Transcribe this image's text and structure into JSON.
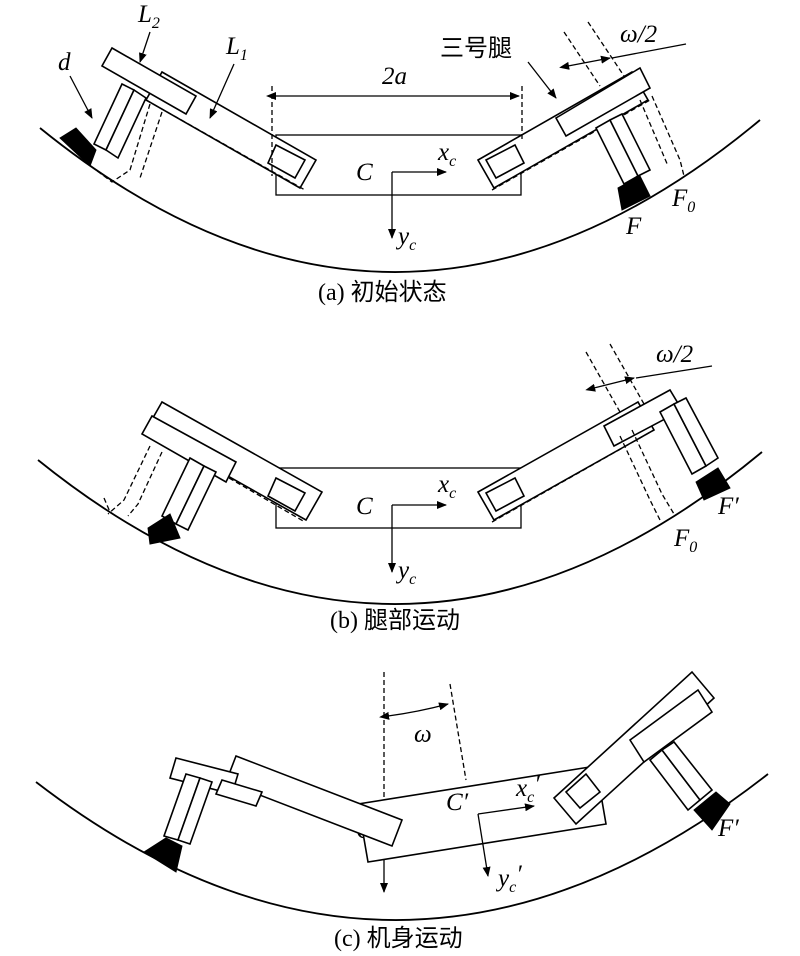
{
  "figure": {
    "panels": [
      {
        "caption": "(a) 初始状态",
        "labels": {
          "d": "d",
          "L2": "L",
          "L2_sub": "2",
          "L1": "L",
          "L1_sub": "1",
          "width": "2a",
          "leg3": "三号腿",
          "angle": "ω/2",
          "C": "C",
          "xc": "x",
          "xc_sub": "c",
          "yc": "y",
          "yc_sub": "c",
          "F": "F",
          "F0": "F",
          "F0_sub": "0"
        }
      },
      {
        "caption": "(b) 腿部运动",
        "labels": {
          "angle": "ω/2",
          "C": "C",
          "xc": "x",
          "xc_sub": "c",
          "yc": "y",
          "yc_sub": "c",
          "Fp": "F′",
          "F0": "F",
          "F0_sub": "0"
        }
      },
      {
        "caption": "(c) 机身运动",
        "labels": {
          "omega": "ω",
          "C": "C",
          "Cp": "C′",
          "xcp": "x",
          "xcp_sub": "c",
          "xcp_prime": "′",
          "ycp": "y",
          "ycp_sub": "c",
          "ycp_prime": "′",
          "Fp": "F′"
        }
      }
    ]
  }
}
